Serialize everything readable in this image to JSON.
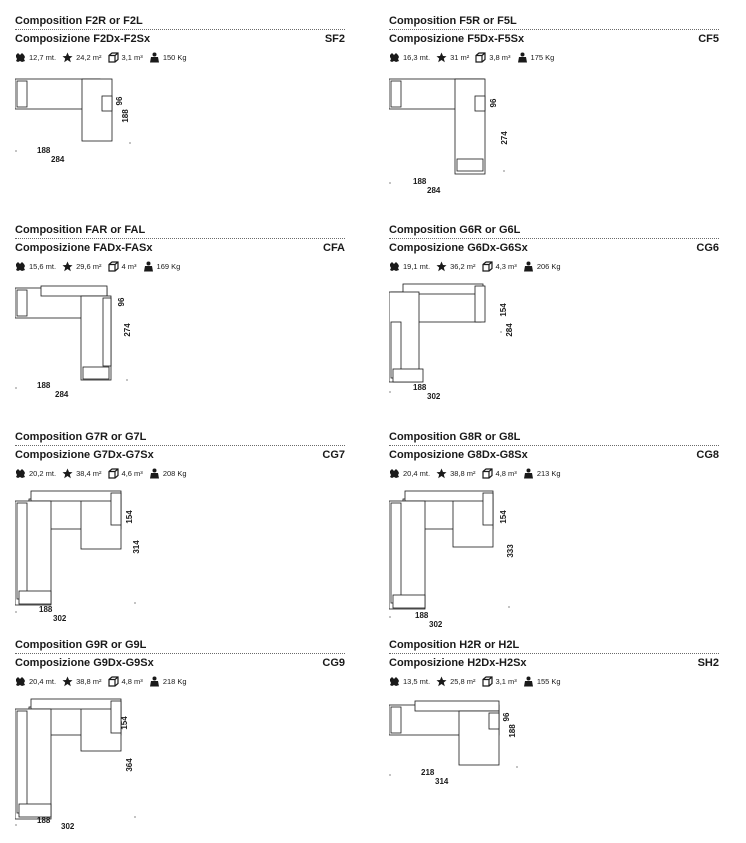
{
  "cards": [
    {
      "title_en": "Composition F2R or F2L",
      "title_it": "Composizione F2Dx-F2Sx",
      "code": "SF2",
      "specs": {
        "length": "12,7 mt.",
        "area": "24,2 m²",
        "volume": "3,1 m³",
        "weight": "150 Kg"
      },
      "dims": [
        "96",
        "188",
        "188",
        "284"
      ]
    },
    {
      "title_en": "Composition F5R or F5L",
      "title_it": "Composizione F5Dx-F5Sx",
      "code": "CF5",
      "specs": {
        "length": "16,3 mt.",
        "area": "31 m²",
        "volume": "3,8 m³",
        "weight": "175 Kg"
      },
      "dims": [
        "96",
        "274",
        "188",
        "284"
      ]
    },
    {
      "title_en": "Composition FAR or FAL",
      "title_it": "Composizione FADx-FASx",
      "code": "CFA",
      "specs": {
        "length": "15,6 mt.",
        "area": "29,6 m²",
        "volume": "4 m³",
        "weight": "169 Kg"
      },
      "dims": [
        "96",
        "274",
        "188",
        "284"
      ]
    },
    {
      "title_en": "Composition G6R or G6L",
      "title_it": "Composizione G6Dx-G6Sx",
      "code": "CG6",
      "specs": {
        "length": "19,1 mt.",
        "area": "36,2 m²",
        "volume": "4,3 m³",
        "weight": "206 Kg"
      },
      "dims": [
        "154",
        "284",
        "188",
        "302"
      ]
    },
    {
      "title_en": "Composition G7R or G7L",
      "title_it": "Composizione G7Dx-G7Sx",
      "code": "CG7",
      "specs": {
        "length": "20,2 mt.",
        "area": "38,4 m²",
        "volume": "4,6 m³",
        "weight": "208 Kg"
      },
      "dims": [
        "154",
        "314",
        "188",
        "302"
      ]
    },
    {
      "title_en": "Composition G8R or G8L",
      "title_it": "Composizione G8Dx-G8Sx",
      "code": "CG8",
      "specs": {
        "length": "20,4 mt.",
        "area": "38,8 m²",
        "volume": "4,8 m³",
        "weight": "213 Kg"
      },
      "dims": [
        "154",
        "333",
        "188",
        "302"
      ]
    },
    {
      "title_en": "Composition G9R or G9L",
      "title_it": "Composizione G9Dx-G9Sx",
      "code": "CG9",
      "specs": {
        "length": "20,4 mt.",
        "area": "38,8 m²",
        "volume": "4,8 m³",
        "weight": "218 Kg"
      },
      "dims": [
        "154",
        "364",
        "188",
        "302"
      ]
    },
    {
      "title_en": "Composition H2R or H2L",
      "title_it": "Composizione H2Dx-H2Sx",
      "code": "SH2",
      "specs": {
        "length": "13,5 mt.",
        "area": "25,8 m²",
        "volume": "3,1 m³",
        "weight": "155 Kg"
      },
      "dims": [
        "96",
        "188",
        "218",
        "314"
      ]
    }
  ]
}
